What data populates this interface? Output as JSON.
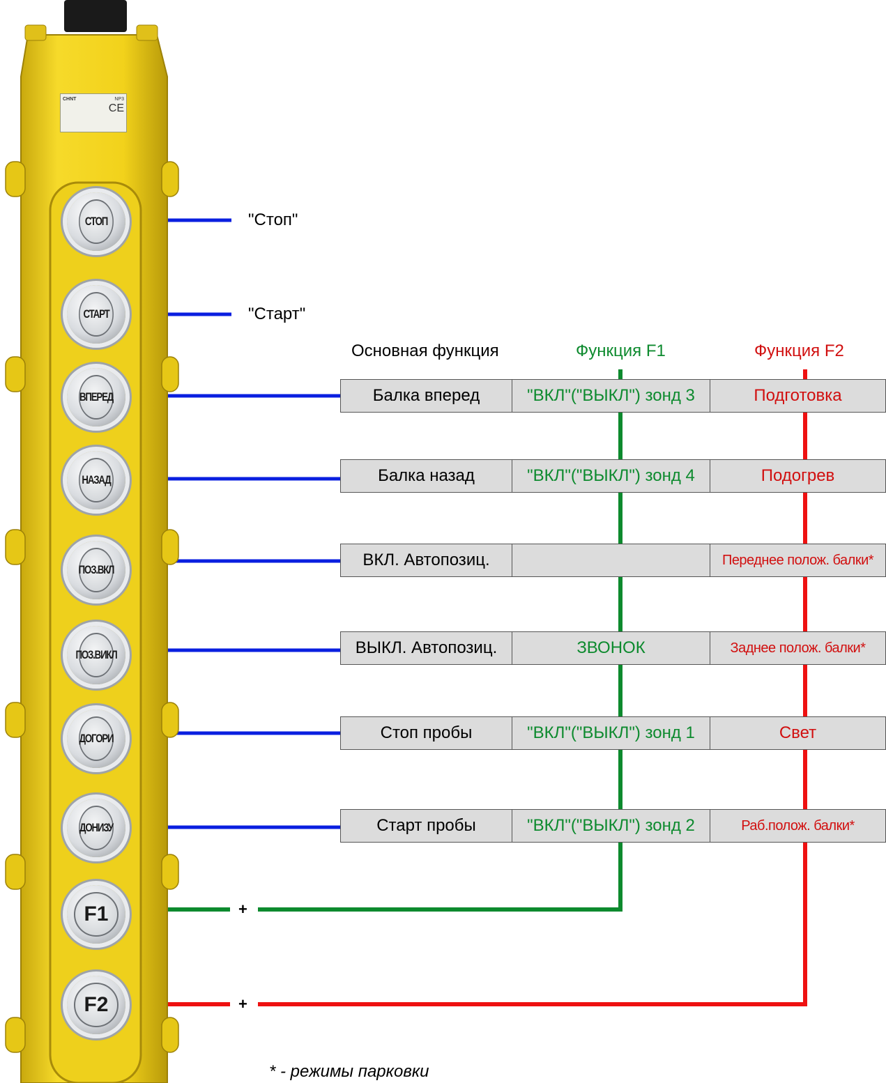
{
  "pendant": {
    "nameplate_brand": "CHNT",
    "nameplate_model": "NP3",
    "nameplate_mark": "CE",
    "buttons": [
      {
        "id": "stop",
        "label": "СТОП"
      },
      {
        "id": "start",
        "label": "СТАРТ"
      },
      {
        "id": "forward",
        "label": "ВПЕРЕД"
      },
      {
        "id": "back",
        "label": "НАЗАД"
      },
      {
        "id": "pos-on",
        "label": "ПОЗ.ВКЛ"
      },
      {
        "id": "pos-off",
        "label": "ПОЗ.ВИКЛ"
      },
      {
        "id": "up",
        "label": "ДОГОРИ"
      },
      {
        "id": "down",
        "label": "ДОНИЗУ"
      },
      {
        "id": "f1",
        "label": "F1"
      },
      {
        "id": "f2",
        "label": "F2"
      }
    ]
  },
  "labels": {
    "stop": "\"Стоп\"",
    "start": "\"Старт\""
  },
  "headers": {
    "main": "Основная функция",
    "f1": "Функция F1",
    "f2": "Функция F2"
  },
  "rows": [
    {
      "main": "Балка вперед",
      "f1": "\"ВКЛ\"(\"ВЫКЛ\") зонд 3",
      "f2": "Подготовка"
    },
    {
      "main": "Балка назад",
      "f1": "\"ВКЛ\"(\"ВЫКЛ\") зонд 4",
      "f2": "Подогрев"
    },
    {
      "main": "ВКЛ. Автопозиц.",
      "f1": "",
      "f2": "Переднее полож. балки*"
    },
    {
      "main": "ВЫКЛ. Автопозиц.",
      "f1": "ЗВОНОК",
      "f2": "Заднее полож. балки*"
    },
    {
      "main": "Стоп пробы",
      "f1": "\"ВКЛ\"(\"ВЫКЛ\") зонд 1",
      "f2": "Свет"
    },
    {
      "main": "Старт пробы",
      "f1": "\"ВКЛ\"(\"ВЫКЛ\") зонд 2",
      "f2": "Раб.полож. балки*"
    }
  ],
  "plus_signs": {
    "f1": "+",
    "f2": "+"
  },
  "footnote": "* - режимы парковки",
  "colors": {
    "pendant_yellow": "#f2d21b",
    "main_line": "#0a1fe0",
    "f1": "#0d8a2e",
    "f2": "#ee1111",
    "cell_bg": "#dcdcdc"
  }
}
